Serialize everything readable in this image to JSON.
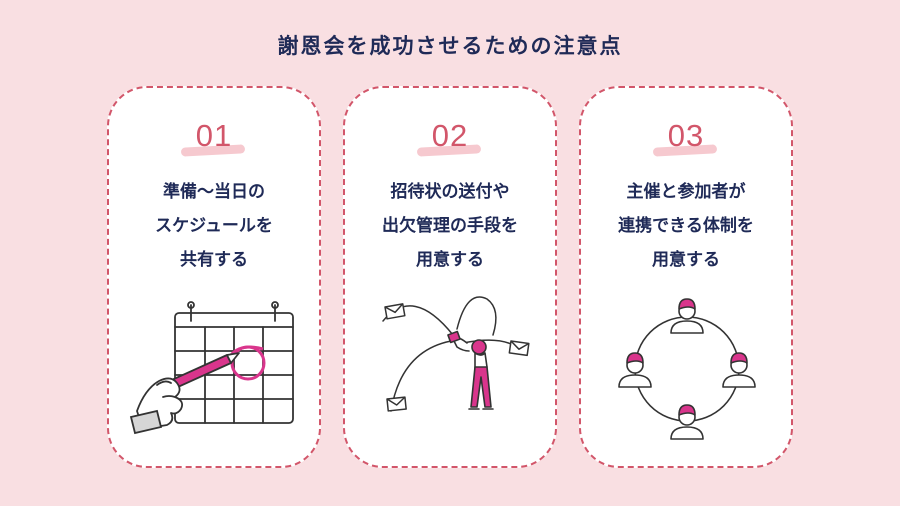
{
  "title": "謝恩会を成功させるための注意点",
  "colors": {
    "background": "#f9dfe2",
    "accent": "#d2566a",
    "text": "#1f2a57",
    "magenta": "#d9358c"
  },
  "cards": [
    {
      "number": "01",
      "lines": [
        "準備～当日の",
        "スケジュールを",
        "共有する"
      ],
      "icon": "calendar-pen-icon"
    },
    {
      "number": "02",
      "lines": [
        "招待状の送付や",
        "出欠管理の手段を",
        "用意する"
      ],
      "icon": "person-sending-mail-icon"
    },
    {
      "number": "03",
      "lines": [
        "主催と参加者が",
        "連携できる体制を",
        "用意する"
      ],
      "icon": "people-network-icon"
    }
  ]
}
